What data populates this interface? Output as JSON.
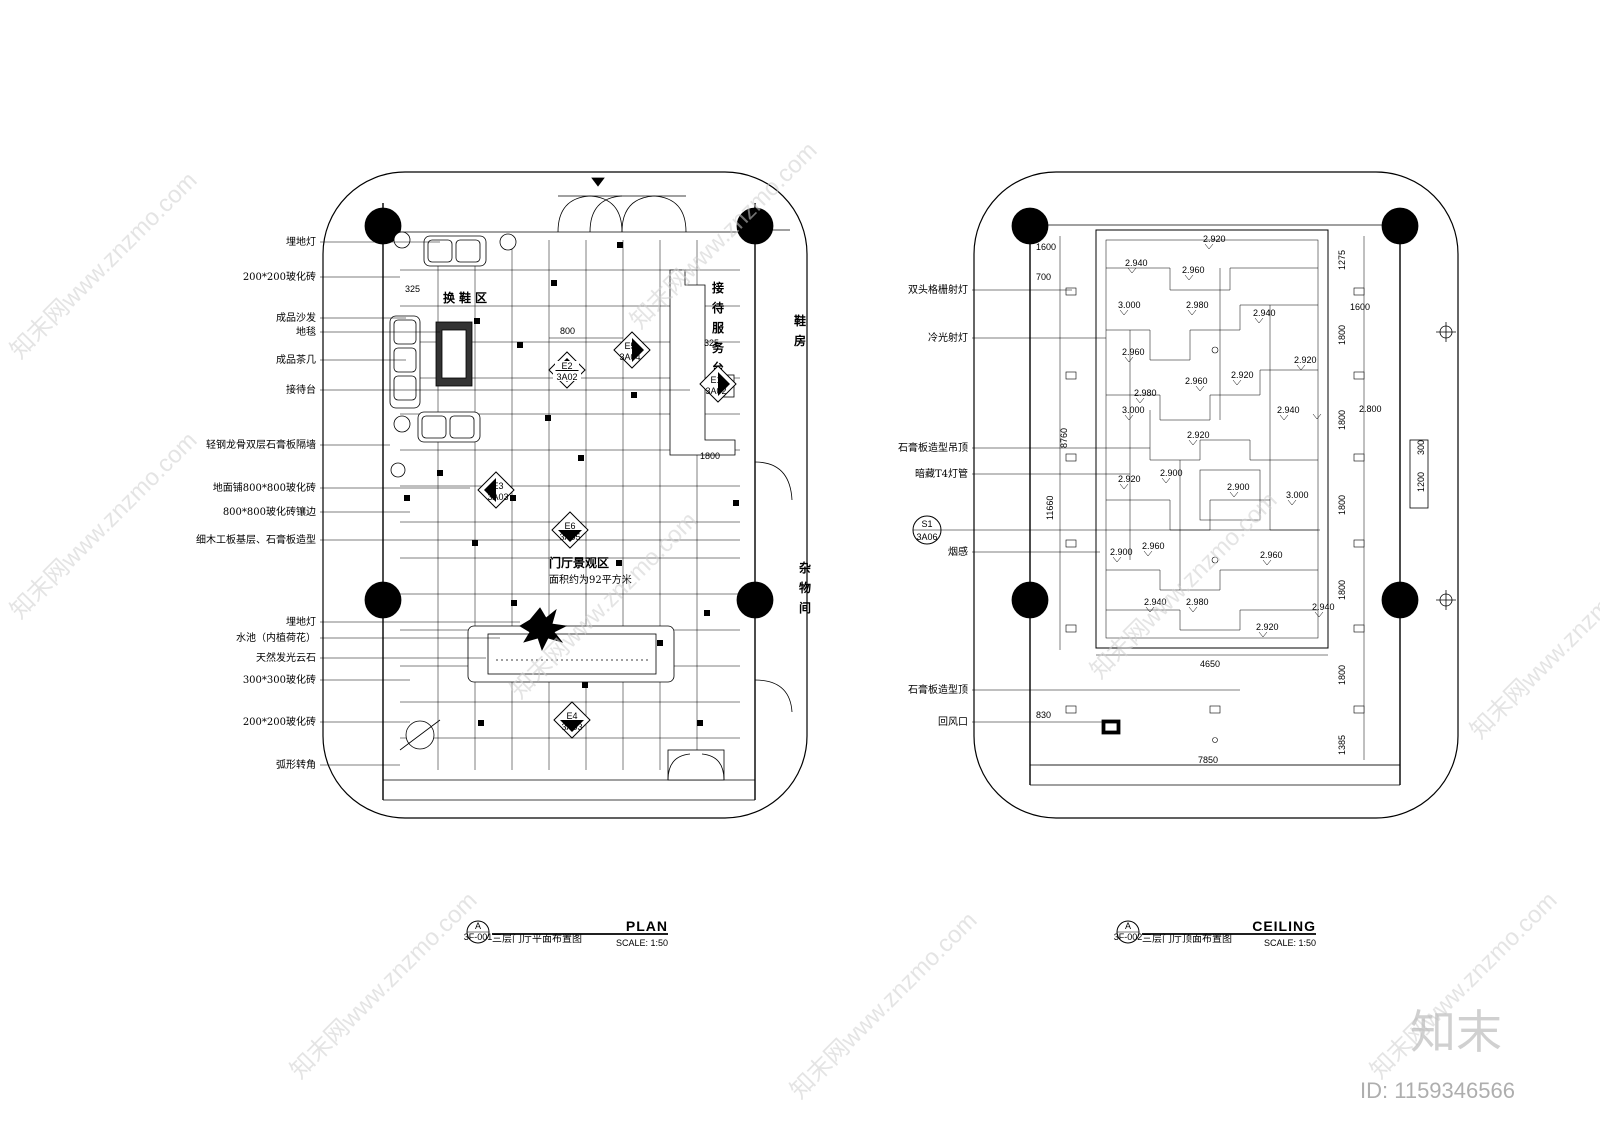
{
  "plan": {
    "labels": [
      "埋地灯",
      "200*200玻化砖",
      "成品沙发",
      "地毯",
      "成品茶几",
      "接待台",
      "轻钢龙骨双层石膏板隔墙",
      "地面铺800*800玻化砖",
      "800*800玻化砖镶边",
      "细木工板基层、石膏板造型",
      "埋地灯",
      "水池（内植荷花）",
      "天然发光云石",
      "300*300玻化砖",
      "200*200玻化砖",
      "弧形转角"
    ],
    "rooms": {
      "shoe_area": "换鞋区",
      "reception": [
        "接",
        "待",
        "服",
        "务",
        "台"
      ],
      "shoe_room": [
        "鞋",
        "房"
      ],
      "hall": "门厅景观区",
      "hall_area": "面积约为92平方米",
      "storage": [
        "杂",
        "物",
        "间"
      ]
    },
    "dims": {
      "d800": "800",
      "d325a": "325",
      "d325b": "325",
      "d1800": "1800"
    },
    "tags": [
      {
        "top": "E2",
        "bottom": "3A02"
      },
      {
        "top": "E5",
        "bottom": "3A04"
      },
      {
        "top": "E1",
        "bottom": "3A02"
      },
      {
        "top": "E3",
        "bottom": "3A03"
      },
      {
        "top": "E6",
        "bottom": "3A05"
      },
      {
        "top": "E4",
        "bottom": "3A03"
      }
    ],
    "title_block": {
      "mark": "A",
      "sheet": "3F-001",
      "name": "三层门厅平面布置图",
      "title": "PLAN",
      "scale": "SCALE: 1:50"
    }
  },
  "ceiling": {
    "labels": [
      "双头格栅射灯",
      "冷光射灯",
      "石膏板造型吊顶",
      "暗藏T4灯管",
      "烟感",
      "石膏板造型顶",
      "回风口"
    ],
    "dims_left": {
      "d1600": "1600",
      "d700": "700",
      "d8760": "8760",
      "d11660": "11660",
      "d830": "830"
    },
    "dims_right": {
      "d1275": "1275",
      "d1600": "1600",
      "d1800a": "1800",
      "d1800b": "1800",
      "d1800c": "1800",
      "d1800d": "1800",
      "d1800e": "1800",
      "d1385": "1385",
      "d1200": "1200",
      "d300": "300"
    },
    "dims_bottom": {
      "d4650": "4650",
      "d7850": "7850"
    },
    "heights": [
      "2.920",
      "2.940",
      "2.960",
      "3.000",
      "2.980",
      "2.940",
      "2.960",
      "2.920",
      "2.920",
      "2.960",
      "2.980",
      "2.800",
      "3.000",
      "2.940",
      "2.920",
      "2.900",
      "2.900",
      "3.000",
      "2.920",
      "2.900",
      "2.960",
      "2.960",
      "2.940",
      "2.980",
      "2.940",
      "2.920"
    ],
    "section_tag": {
      "top": "S1",
      "bottom": "3A06"
    },
    "title_block": {
      "mark": "A",
      "sheet": "3F-002",
      "name": "三层门厅顶面布置图",
      "title": "CEILING",
      "scale": "SCALE: 1:50"
    }
  },
  "watermark": {
    "text": "知末网www.znzmo.com",
    "logo": "知末",
    "id": "ID: 1159346566"
  }
}
